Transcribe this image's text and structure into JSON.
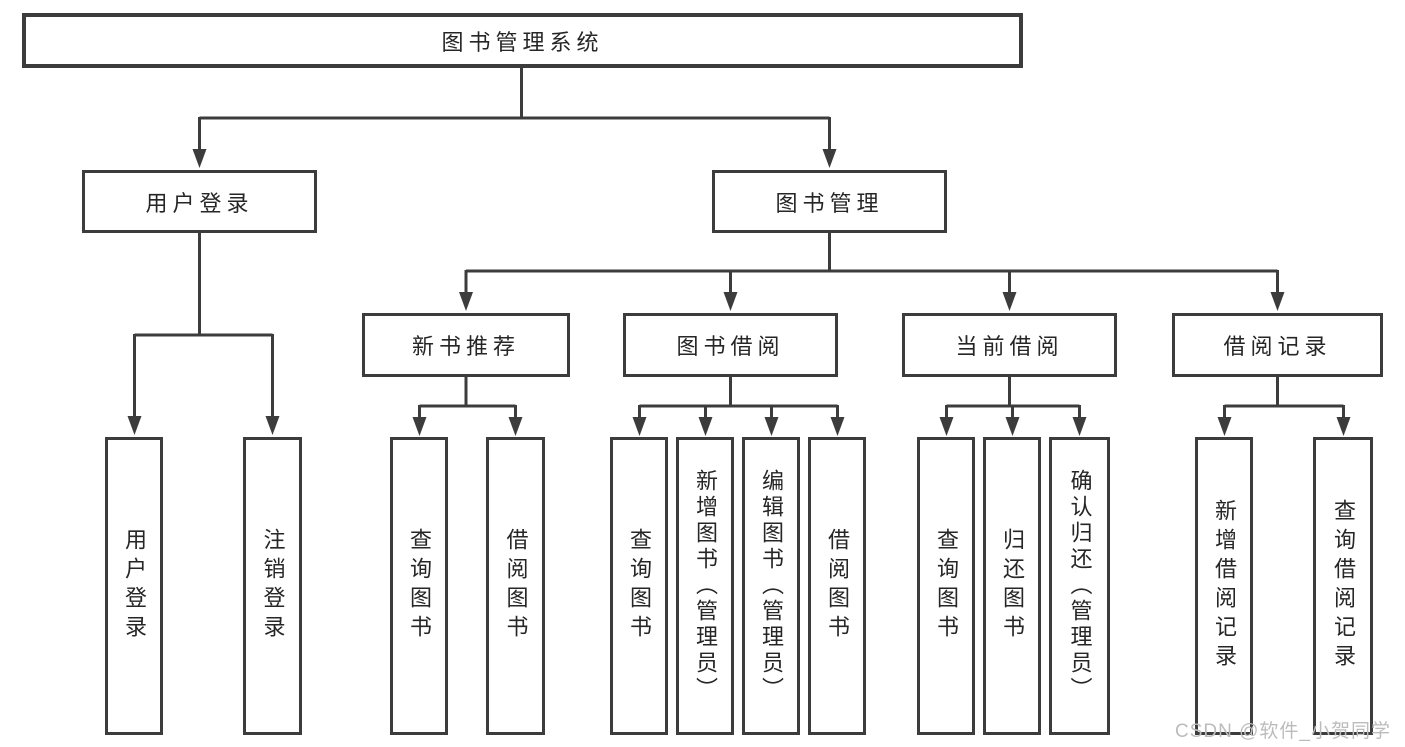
{
  "page": {
    "watermark": "CSDN @软件_小贺同学"
  },
  "colors": {
    "line": "#3c3c3c",
    "text": "#262626",
    "background": "#ffffff",
    "watermark": "#bcbcbc"
  },
  "tree": {
    "root": {
      "label": "图书管理系统"
    },
    "branches": [
      {
        "label": "用户登录",
        "children": [
          {
            "label": "用户登录"
          },
          {
            "label": "注销登录"
          }
        ]
      },
      {
        "label": "图书管理",
        "sections": [
          {
            "label": "新书推荐",
            "children": [
              {
                "label": "查询图书"
              },
              {
                "label": "借阅图书"
              }
            ]
          },
          {
            "label": "图书借阅",
            "children": [
              {
                "label": "查询图书"
              },
              {
                "label": "新增图书（管理员）"
              },
              {
                "label": "编辑图书（管理员）"
              },
              {
                "label": "借阅图书"
              }
            ]
          },
          {
            "label": "当前借阅",
            "children": [
              {
                "label": "查询图书"
              },
              {
                "label": "归还图书"
              },
              {
                "label": "确认归还（管理员）"
              }
            ]
          },
          {
            "label": "借阅记录",
            "children": [
              {
                "label": "新增借阅记录"
              },
              {
                "label": "查询借阅记录"
              }
            ]
          }
        ]
      }
    ]
  }
}
